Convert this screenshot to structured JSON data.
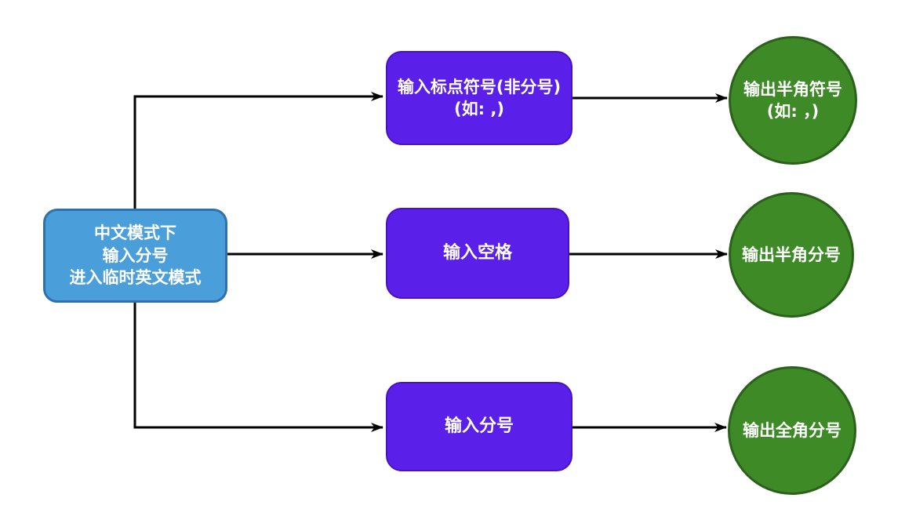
{
  "diagram": {
    "type": "flowchart",
    "colors": {
      "background": "#ffffff",
      "start_fill": "#4A9EDA",
      "start_border": "#2D72AE",
      "process_fill": "#5A1FE8",
      "process_border": "#4812C4",
      "output_fill": "#3D8A26",
      "output_border": "#2B611B",
      "text": "#ffffff",
      "connector": "#000000"
    },
    "nodes": {
      "start": {
        "shape": "rounded-rect",
        "lines": [
          "中文模式下",
          "输入分号",
          "进入临时英文模式"
        ]
      },
      "input_punct": {
        "shape": "rounded-rect",
        "lines": [
          "输入标点符号(非分号)",
          "(如: ,)"
        ]
      },
      "input_space": {
        "shape": "rounded-rect",
        "lines": [
          "输入空格"
        ]
      },
      "input_semicolon": {
        "shape": "rounded-rect",
        "lines": [
          "输入分号"
        ]
      },
      "output_half_symbol": {
        "shape": "circle",
        "lines": [
          "输出半角符号",
          "(如: ，)"
        ]
      },
      "output_half_semicolon": {
        "shape": "circle",
        "lines": [
          "输出半角分号"
        ]
      },
      "output_full_semicolon": {
        "shape": "circle",
        "lines": [
          "输出全角分号"
        ]
      }
    },
    "edges": [
      {
        "from": "start",
        "to": "input_punct"
      },
      {
        "from": "start",
        "to": "input_space"
      },
      {
        "from": "start",
        "to": "input_semicolon"
      },
      {
        "from": "input_punct",
        "to": "output_half_symbol"
      },
      {
        "from": "input_space",
        "to": "output_half_semicolon"
      },
      {
        "from": "input_semicolon",
        "to": "output_full_semicolon"
      }
    ]
  }
}
